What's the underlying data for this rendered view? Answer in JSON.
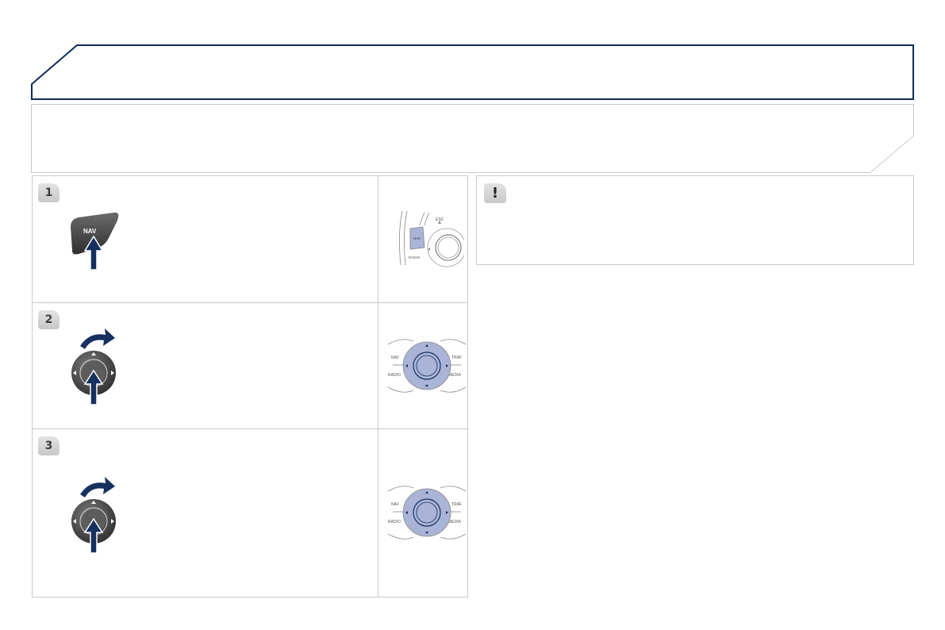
{
  "steps": [
    {
      "number": "1",
      "control_label": "NAV",
      "icon": "nav-button-press-icon",
      "diagram": {
        "labels": [
          "ESC",
          "NAV",
          "RADIO"
        ],
        "icon": "control-panel-nav-icon"
      }
    },
    {
      "number": "2",
      "icon": "rotary-dial-turn-press-icon",
      "diagram": {
        "labels": [
          "NAV",
          "TRAF",
          "RADIO",
          "MEDIA"
        ],
        "icon": "control-panel-dial-icon"
      }
    },
    {
      "number": "3",
      "icon": "rotary-dial-turn-press-icon",
      "diagram": {
        "labels": [
          "NAV",
          "TRAF",
          "RADIO",
          "MEDIA"
        ],
        "icon": "control-panel-dial-icon"
      }
    }
  ],
  "warning": {
    "symbol": "!",
    "icon": "warning-icon"
  },
  "colors": {
    "frame_navy": "#0d2c5a",
    "arrow_navy": "#16305f",
    "highlight": "#a9b4d6",
    "border_gray": "#c9c9c9"
  }
}
